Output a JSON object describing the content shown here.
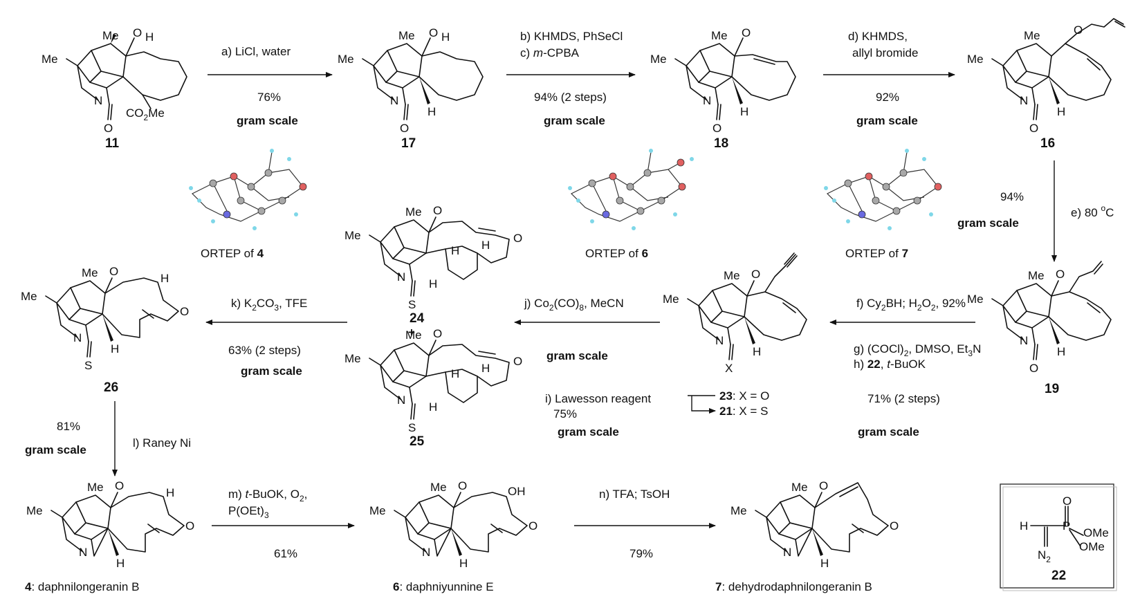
{
  "compounds": [
    {
      "id": "11",
      "label": "11"
    },
    {
      "id": "17",
      "label": "17"
    },
    {
      "id": "18",
      "label": "18"
    },
    {
      "id": "16",
      "label": "16"
    },
    {
      "id": "19",
      "label": "19"
    },
    {
      "id": "21_23",
      "label_a": "23",
      "text_a": ": X = O",
      "label_b": "21",
      "text_b": ": X = S"
    },
    {
      "id": "24",
      "label": "24"
    },
    {
      "id": "25",
      "label": "25"
    },
    {
      "id": "26",
      "label": "26"
    },
    {
      "id": "4",
      "label": "4",
      "name": ": daphnilongeranin B"
    },
    {
      "id": "6",
      "label": "6",
      "name": ": daphniyunnine E"
    },
    {
      "id": "7",
      "label": "7",
      "name": ": dehydrodaphnilongeranin B"
    },
    {
      "id": "22",
      "label": "22"
    }
  ],
  "atoms": {
    "Me": "Me",
    "O": "O",
    "H": "H",
    "N": "N",
    "S": "S",
    "X": "X",
    "OH": "OH",
    "OMe": "OMe",
    "P": "P",
    "CO2Me_main": "CO",
    "CO2Me_sub": "2",
    "CO2Me_tail": "Me",
    "N2_main": "N",
    "N2_sub": "2",
    "plus": "+"
  },
  "steps": {
    "a": {
      "reagents": "a) LiCl, water",
      "yield": "76%",
      "scale": "gram scale"
    },
    "bc": {
      "line1": "b) KHMDS, PhSeCl",
      "line2_prefix": "c) ",
      "line2_italic": "m",
      "line2_rest": "-CPBA",
      "yield": "94% (2 steps)",
      "scale": "gram scale"
    },
    "d": {
      "line1": "d) KHMDS,",
      "line2": "allyl bromide",
      "yield": "92%",
      "scale": "gram scale"
    },
    "e": {
      "reagents_prefix": "e) 80 ",
      "reagents_sup": "o",
      "reagents_suffix": "C",
      "yield": "94%",
      "scale": "gram scale"
    },
    "fgh": {
      "f": "f) Cy",
      "f_sub": "2",
      "f_rest": "BH; H",
      "f_sub2": "2",
      "f_o": "O",
      "f_sub3": "2",
      "f_yield": ", 92%",
      "g": "g) (COCl)",
      "g_sub": "2",
      "g_rest": ", DMSO, Et",
      "g_sub2": "3",
      "g_n": "N",
      "h_prefix": "h) ",
      "h_bold": "22",
      "h_sep": ", ",
      "h_italic": "t",
      "h_rest": "-BuOK",
      "yield": "71% (2 steps)",
      "scale": "gram scale"
    },
    "i": {
      "reagents": "i) Lawesson reagent",
      "yield": "75%",
      "scale": "gram scale"
    },
    "j": {
      "reagents": "j) Co",
      "sub1": "2",
      "mid": "(CO)",
      "sub2": "8",
      "rest": ", MeCN",
      "scale": "gram scale"
    },
    "k": {
      "reagents": "k) K",
      "sub1": "2",
      "mid": "CO",
      "sub2": "3",
      "rest": ", TFE",
      "yield": "63% (2 steps)",
      "scale": "gram scale"
    },
    "l": {
      "reagents": "l) Raney Ni",
      "yield": "81%",
      "scale": "gram scale"
    },
    "m": {
      "line1_prefix": "m) ",
      "line1_italic": "t",
      "line1_rest": "-BuOK, O",
      "line1_sub": "2",
      "line1_end": ",",
      "line2": "P(OEt)",
      "line2_sub": "3",
      "yield": "61%"
    },
    "n": {
      "reagents": "n) TFA; TsOH",
      "yield": "79%"
    }
  },
  "ortep": [
    {
      "prefix": "ORTEP of ",
      "bold": "4"
    },
    {
      "prefix": "ORTEP of ",
      "bold": "6"
    },
    {
      "prefix": "ORTEP of ",
      "bold": "7"
    }
  ]
}
